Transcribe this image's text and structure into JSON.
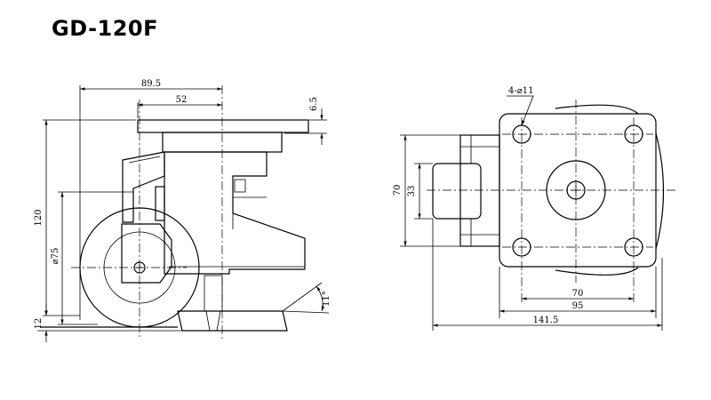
{
  "title": "GD-120F",
  "side_view": {
    "dimensions": {
      "width_total": "89.5",
      "width_offset": "52",
      "plate_thickness": "6.5",
      "height_total": "120",
      "wheel_diameter": "⌀75",
      "bottom_offset": "12",
      "tilt_angle": "11°"
    }
  },
  "top_view": {
    "dimensions": {
      "hole_spec": "4-⌀11",
      "height_outer": "70",
      "height_inner": "33",
      "hole_spacing": "70",
      "plate_width": "95",
      "total_width": "141.5"
    }
  }
}
